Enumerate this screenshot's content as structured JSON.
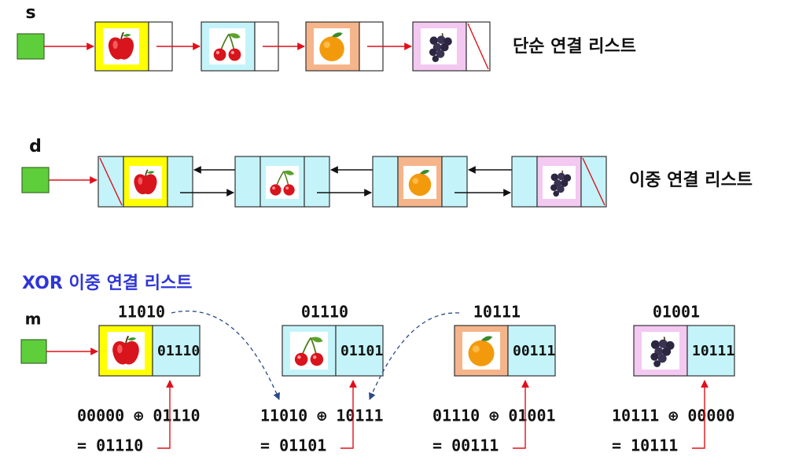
{
  "colors": {
    "pointer_box": "#5ece3a",
    "link_cell": "#c4f4fa",
    "arrow_red": "#e0101a",
    "arrow_black": "#111111",
    "xor_title": "#2f36d6",
    "dash_blue": "#2a4a86"
  },
  "fruit_colors": {
    "apple": "#ffff00",
    "cherry": "#c4f4fa",
    "orange": "#f6b48a",
    "grape": "#f3c8f1"
  },
  "singly": {
    "pointer_label": "s",
    "title": "단순 연결 리스트",
    "nodes": [
      {
        "fruit": "apple",
        "icon": "apple-icon"
      },
      {
        "fruit": "cherry",
        "icon": "cherry-icon"
      },
      {
        "fruit": "orange",
        "icon": "orange-icon"
      },
      {
        "fruit": "grape",
        "icon": "grape-icon"
      }
    ]
  },
  "doubly": {
    "pointer_label": "d",
    "title": "이중 연결 리스트",
    "nodes": [
      {
        "fruit": "apple",
        "icon": "apple-icon"
      },
      {
        "fruit": "cherry",
        "icon": "cherry-icon"
      },
      {
        "fruit": "orange",
        "icon": "orange-icon"
      },
      {
        "fruit": "grape",
        "icon": "grape-icon"
      }
    ]
  },
  "xor": {
    "title": "XOR 이중 연결 리스트",
    "pointer_label": "m",
    "nodes": [
      {
        "fruit": "apple",
        "icon": "apple-icon",
        "address": "11010",
        "link": "01110",
        "formula_line1": "00000 ⊕ 01110",
        "formula_line2": "= 01110"
      },
      {
        "fruit": "cherry",
        "icon": "cherry-icon",
        "address": "01110",
        "link": "01101",
        "formula_line1": "11010 ⊕ 10111",
        "formula_line2": "= 01101"
      },
      {
        "fruit": "orange",
        "icon": "orange-icon",
        "address": "10111",
        "link": "00111",
        "formula_line1": "01110 ⊕ 01001",
        "formula_line2": "= 00111"
      },
      {
        "fruit": "grape",
        "icon": "grape-icon",
        "address": "01001",
        "link": "10111",
        "formula_line1": "10111 ⊕ 00000",
        "formula_line2": "= 10111"
      }
    ]
  }
}
